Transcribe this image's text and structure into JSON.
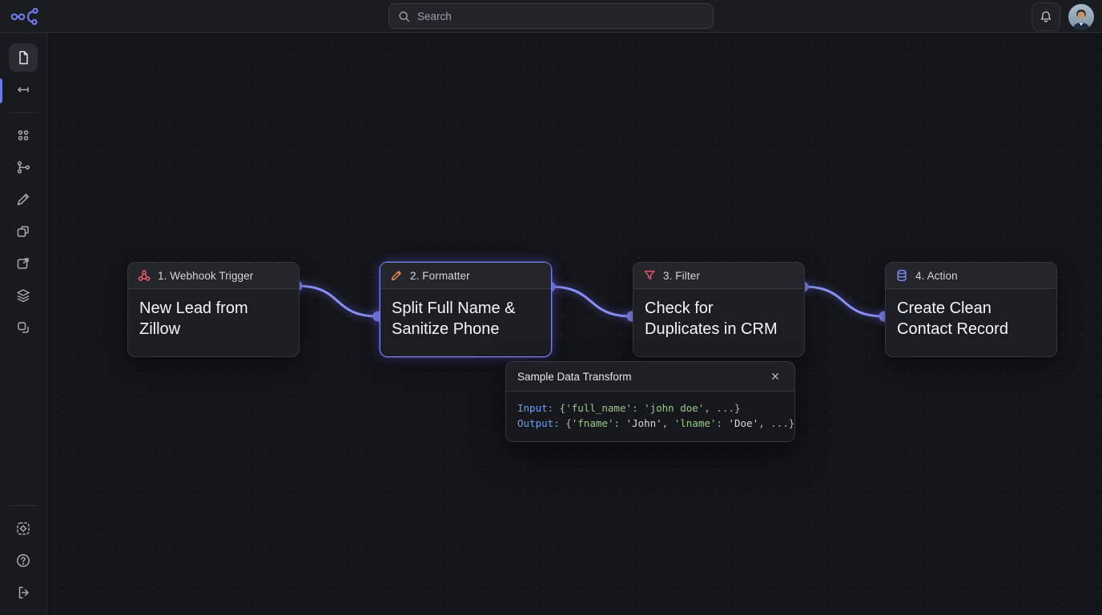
{
  "topbar": {
    "search_placeholder": "Search"
  },
  "sidebar": {
    "top_items": [
      "document",
      "horizontal-resize"
    ],
    "tool_items": [
      "apps-grid",
      "branch",
      "pencil",
      "pages",
      "export",
      "layers",
      "duplicate"
    ],
    "bottom_items": [
      "automation-settings",
      "help",
      "logout"
    ]
  },
  "canvas": {
    "nodes": [
      {
        "step": "1. Webhook Trigger",
        "title": "New Lead from Zillow",
        "icon": "webhook-icon"
      },
      {
        "step": "2. Formatter",
        "title": "Split Full Name & Sanitize Phone",
        "icon": "pencil-icon",
        "selected": true
      },
      {
        "step": "3. Filter",
        "title": "Check for Duplicates in CRM",
        "icon": "funnel-icon"
      },
      {
        "step": "4. Action",
        "title": "Create Clean Contact Record",
        "icon": "database-icon"
      }
    ],
    "popup": {
      "title": "Sample Data Transform",
      "close_label": "✕",
      "code_input": [
        "Input:",
        " {",
        "'full_name'",
        ": ",
        "'john doe'",
        ", ...}"
      ],
      "code_output": [
        "Output:",
        " {",
        "'fname'",
        ": ",
        "'John'",
        ", ",
        "'lname'",
        ": ",
        "'Doe'",
        ", ...}"
      ]
    }
  },
  "colors": {
    "accent": "#6d79e8",
    "wire": "#8a91f4",
    "selected_border": "#7e86f2",
    "webhook_icon": "#e85d6d",
    "pencil_icon": "#e08a4e",
    "funnel_icon": "#e0556a",
    "database_icon": "#7e86f2"
  }
}
